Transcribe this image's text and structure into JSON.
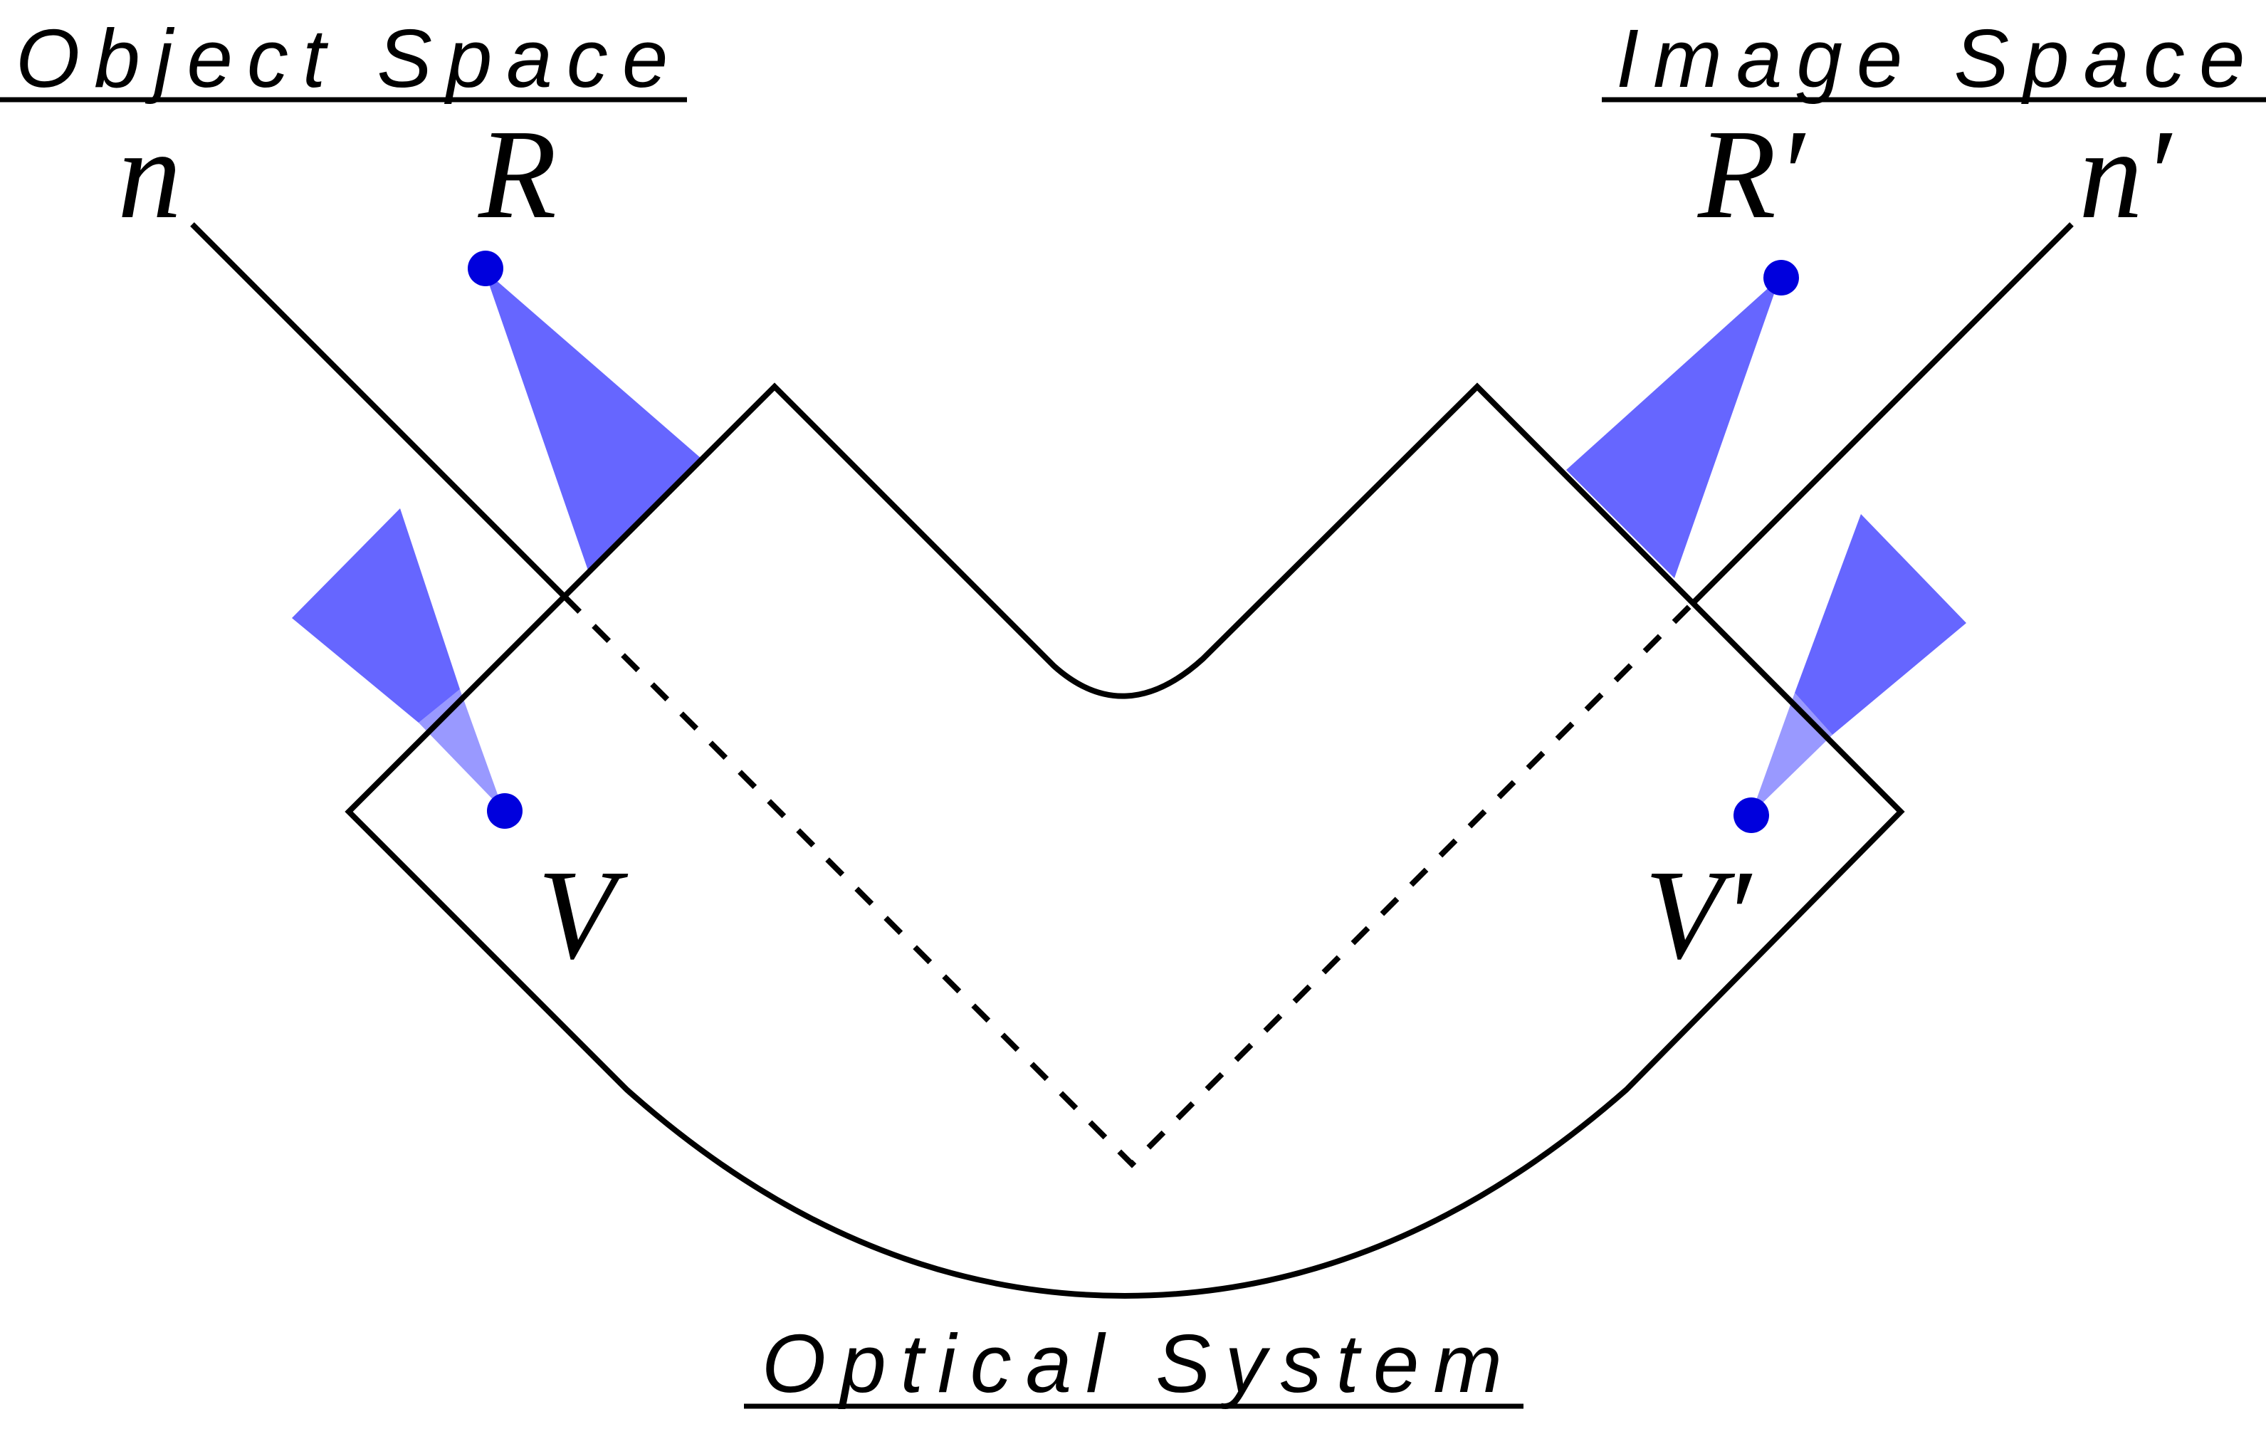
{
  "labels": {
    "object_space": "Object Space",
    "image_space": "Image Space",
    "optical_system": "Optical System",
    "n": "n",
    "n_prime": "n′",
    "R": "R",
    "R_prime": "R′",
    "V": "V",
    "V_prime": "V′"
  },
  "colors": {
    "line": "#000000",
    "point": "#0000dd",
    "wedge_outside": "#6666ff",
    "wedge_inside": "#9999ff",
    "background": "#ffffff"
  },
  "icons": {
    "point_marker": "filled-circle",
    "ray_wedge": "triangle"
  }
}
